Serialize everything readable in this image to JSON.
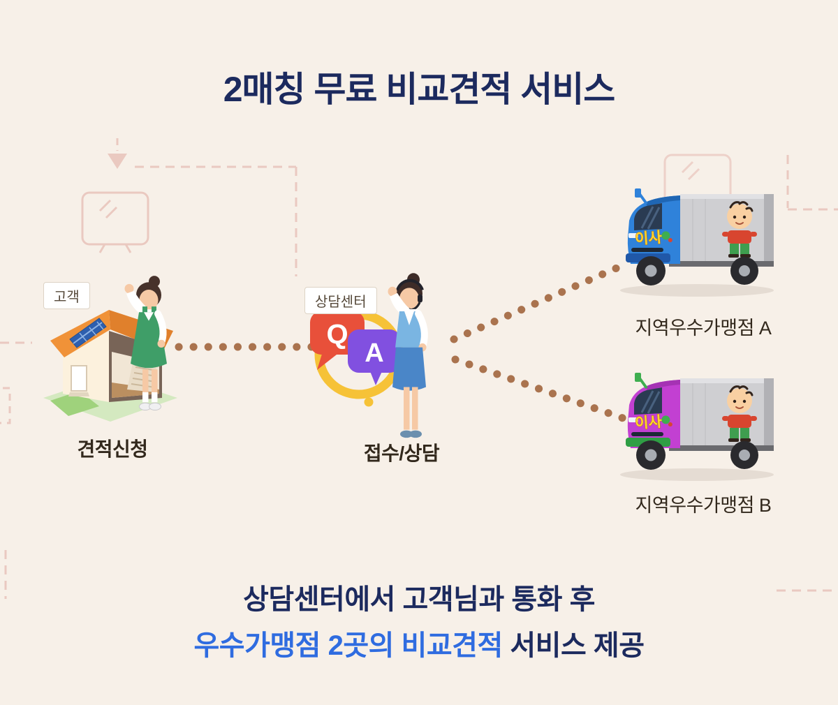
{
  "title": "2매칭 무료 비교견적 서비스",
  "flow": {
    "customer": {
      "badge": "고객",
      "caption": "견적신청"
    },
    "call_center": {
      "badge": "상담센터",
      "caption": "접수/상담",
      "bubble_q": "Q",
      "bubble_a": "A"
    },
    "franchise_a": {
      "caption": "지역우수가맹점 A",
      "truck_logo": "이사"
    },
    "franchise_b": {
      "caption": "지역우수가맹점 B",
      "truck_logo": "이사"
    }
  },
  "footer": {
    "line1": "상담센터에서 고객님과 통화 후",
    "line2_highlight": "우수가맹점 2곳의 비교견적",
    "line2_rest": " 서비스 제공"
  },
  "colors": {
    "background": "#f7f0e8",
    "heading_navy": "#1c2a5e",
    "highlight_blue": "#2f6ce0",
    "caption_text": "#32281c",
    "connector_dot": "#aa734e",
    "decor_pink": "#e0aaa0",
    "truck_a_cab": "#2f82da",
    "truck_b_cab": "#c240d2",
    "q_bubble": "#e8503a",
    "a_bubble": "#8150e0",
    "ring_yellow": "#f6c237",
    "apron_green": "#3f9e68"
  }
}
